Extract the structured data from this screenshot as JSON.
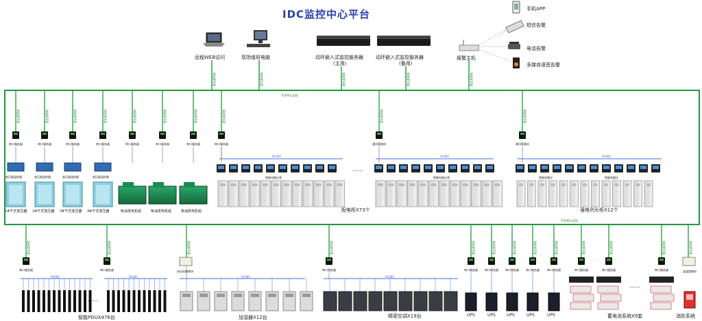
{
  "title": "IDC监控中心平台",
  "top_devices": {
    "remote_web": "远程WEB访问",
    "duty_pc": "现场值班电脑",
    "server_main_1": "动环嵌入式监控服务器",
    "server_main_2": "(主用)",
    "server_backup_1": "动环嵌入式监控服务器",
    "server_backup_2": "(备用)",
    "alarm_host": "报警主机"
  },
  "alarm_outputs": {
    "app": "手机APP",
    "sms": "短信告警",
    "phone": "电话告警",
    "voice": "多媒体语音告警"
  },
  "network": {
    "ring_top": "TCP/IP以太网",
    "ring_mid": "TCP/IP以太网",
    "vline": "超五类网线"
  },
  "nodes": {
    "serial_server": "串口服务器",
    "comm_manager": "通讯管理机",
    "protocol_module": "协议采集模块",
    "environment_module": "温湿度模块",
    "bus_rs485": "RS485",
    "smart_meter": "智能电量仪表",
    "smart_meter_b": "智能电量仪",
    "transformer_controller": "变压器温控器"
  },
  "groups": {
    "transformers": [
      "1#干式变压器",
      "2#干式变压器",
      "3#干式变压器",
      "4#干式变压器"
    ],
    "generators": [
      "柴油发电机组",
      "柴油发电机组",
      "柴油发电机组"
    ],
    "distribution": "配电柜X73个",
    "strong_current": "强电列头柜X12个",
    "pdu": "智能PDUX476台",
    "humidifier": "加湿器X12台",
    "ac": "精密空调X19台",
    "ups": [
      "UPS",
      "UPS",
      "UPS",
      "UPS",
      "UPS"
    ],
    "battery": "蓄电池系统X9套",
    "fire": "消防系统"
  },
  "colors": {
    "network": "#1c9a3c",
    "bus": "#4a6fd6",
    "title": "#2a3fae"
  },
  "icons": [
    "laptop-icon",
    "desktop-icon",
    "server-icon",
    "router-icon",
    "phone-icon",
    "mail-icon",
    "telephone-icon",
    "speaker-icon"
  ]
}
